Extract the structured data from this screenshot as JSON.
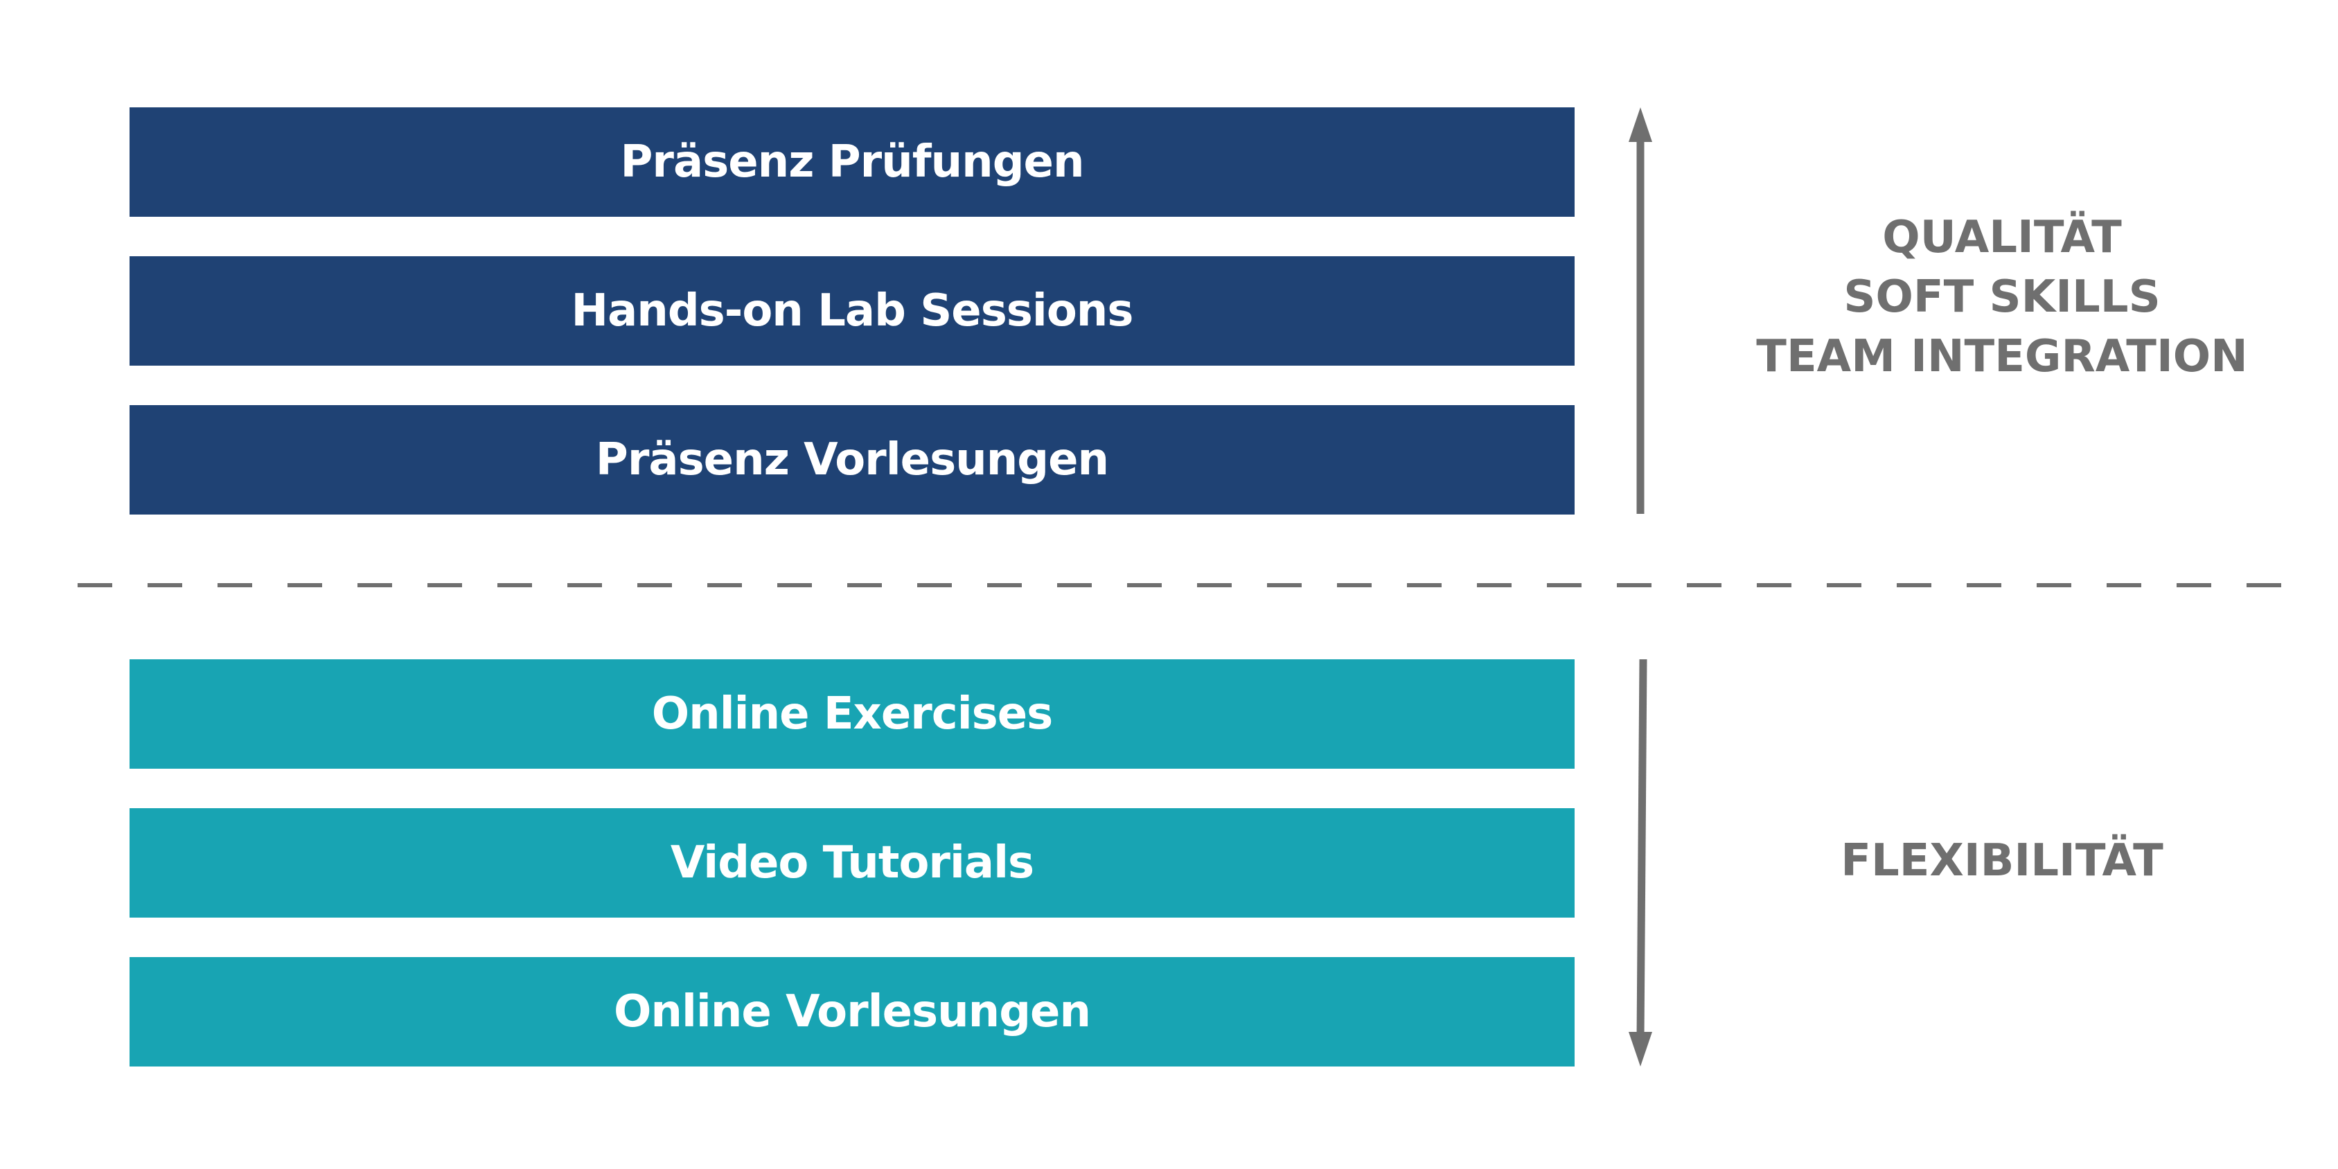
{
  "diagram": {
    "upper_bars": [
      {
        "label": "Präsenz Prüfungen"
      },
      {
        "label": "Hands-on Lab Sessions"
      },
      {
        "label": "Präsenz Vorlesungen"
      }
    ],
    "lower_bars": [
      {
        "label": "Online Exercises"
      },
      {
        "label": "Video Tutorials"
      },
      {
        "label": "Online Vorlesungen"
      }
    ],
    "upper_label_lines": [
      "QUALITÄT",
      "SOFT SKILLS",
      "TEAM INTEGRATION"
    ],
    "lower_label_lines": [
      "FLEXIBILITÄT"
    ],
    "colors": {
      "upper_bars": "#1f4274",
      "lower_bars": "#18a4b3",
      "arrows_and_labels": "#6f6f6f",
      "bar_text": "#ffffff"
    },
    "icons": [
      "arrow-up-icon",
      "arrow-down-icon",
      "dashed-divider"
    ]
  }
}
